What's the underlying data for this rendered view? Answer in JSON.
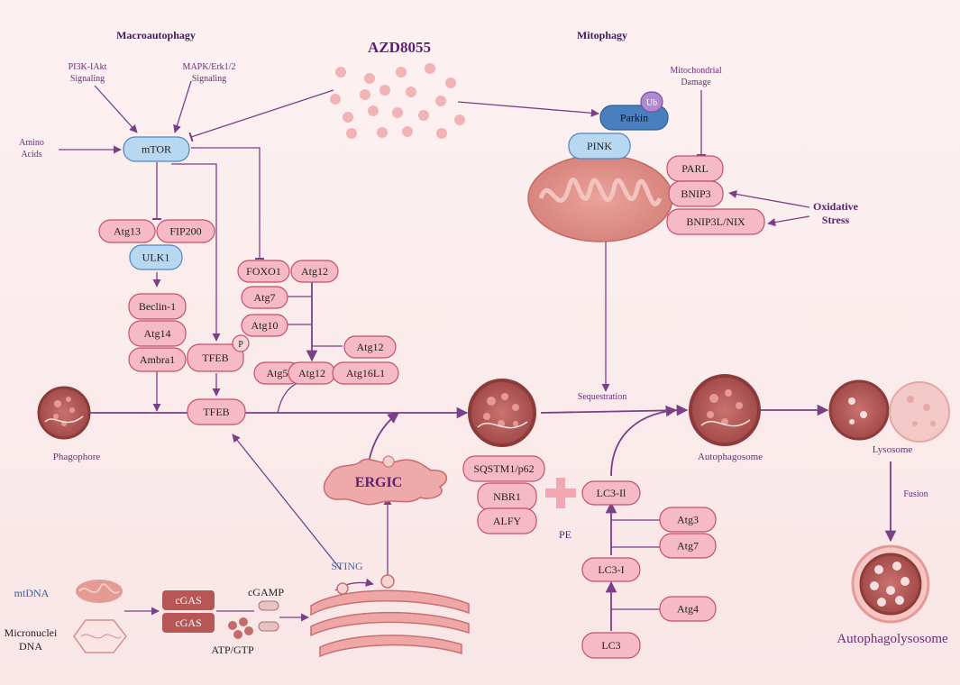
{
  "colors": {
    "arrow": "#7a3f86",
    "pinkFill": "#f6b9c6",
    "pinkStroke": "#c4506c",
    "blueFill": "#b8d8f1",
    "blueStroke": "#4f86bd",
    "purpleText": "#6a2c7a",
    "darkBlue": "#4a7fbf"
  },
  "headings": {
    "macro": "Macroautophagy",
    "mito": "Mitophagy",
    "drug": "AZD8055"
  },
  "signals": {
    "pi3k_1": "PI3K-IAkt",
    "pi3k_2": "Signaling",
    "mapk_1": "MAPK/Erk1/2",
    "mapk_2": "Signaling",
    "amino_1": "Amino",
    "amino_2": "Acids",
    "mitodmg_1": "Mitochondrial",
    "mitodmg_2": "Damage",
    "oxid_1": "Oxidative",
    "oxid_2": "Stress"
  },
  "nodes": {
    "mtor": "mTOR",
    "atg13": "Atg13",
    "fip200": "FIP200",
    "ulk1": "ULK1",
    "beclin": "Beclin-1",
    "atg14": "Atg14",
    "ambra": "Ambra1",
    "tfeb_p": "TFEB",
    "p": "P",
    "tfeb": "TFEB",
    "foxo1": "FOXO1",
    "atg12_top": "Atg12",
    "atg7_left": "Atg7",
    "atg10": "Atg10",
    "atg12_mid": "Atg12",
    "atg5": "Atg5",
    "atg12_bot": "Atg12",
    "atg16l1": "Atg16L1",
    "parkin": "Parkin",
    "ub": "Ub",
    "pink": "PINK",
    "parl": "PARL",
    "bnip3": "BNIP3",
    "bnip3l": "BNIP3L/NIX",
    "sqstm": "SQSTM1/p62",
    "nbr1": "NBR1",
    "alfy": "ALFY",
    "lc3ii": "LC3-Il",
    "atg3": "Atg3",
    "atg7_right": "Atg7",
    "pe": "PE",
    "lc3i": "LC3-I",
    "atg4": "Atg4",
    "lc3": "LC3",
    "cgas1": "cGAS",
    "cgas2": "cGAS"
  },
  "labels": {
    "phagophore": "Phagophore",
    "sequestration": "Sequestration",
    "autophagosome": "Autophagosome",
    "lysosome": "Lysosome",
    "fusion": "Fusion",
    "autophagolysosome": "Autophagolysosome",
    "ergic": "ERGIC",
    "sting": "STING",
    "mtdna": "mtDNA",
    "micronuclei_1": "Micronuclei",
    "micronuclei_2": "DNA",
    "cgamp": "cGAMP",
    "atpgtp": "ATP/GTP"
  }
}
